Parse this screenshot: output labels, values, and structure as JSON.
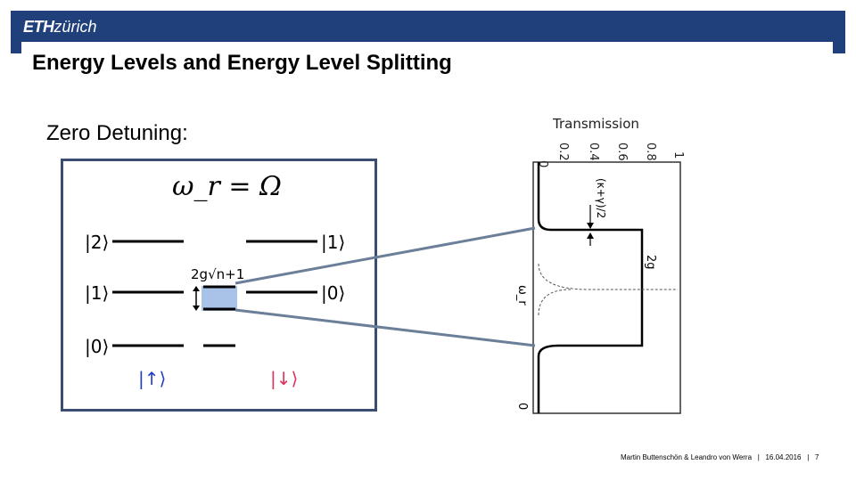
{
  "header": {
    "logo_bold": "ETH",
    "logo_light": "zürich"
  },
  "slide": {
    "title": "Energy Levels and Energy Level Splitting",
    "subtitle": "Zero Detuning:"
  },
  "diagram": {
    "equation": "ω_r = Ω",
    "left_kets": [
      "|2⟩",
      "|1⟩",
      "|0⟩"
    ],
    "right_kets": [
      "|1⟩",
      "|0⟩"
    ],
    "spin_up": "|↑⟩",
    "spin_down": "|↓⟩",
    "splitting_label": "2g√n+1",
    "colors": {
      "spin_up": "#1f3fbf",
      "spin_down": "#e0315a",
      "highlight": "#a9c2e8",
      "frame": "#3a4c72"
    }
  },
  "plot": {
    "axis_title": "Transmission",
    "ticks": [
      "0",
      "0.2",
      "0.4",
      "0.6",
      "0.8",
      "1"
    ],
    "linewidth_label": "(κ+γ)/2",
    "split_label": "2g",
    "omega_label": "ω_r",
    "zero_label": "0"
  },
  "footer": {
    "authors": "Martin Buttenschön & Leandro von Werra",
    "sep1": "|",
    "date": "16.04.2016",
    "sep2": "|",
    "page": "7"
  }
}
